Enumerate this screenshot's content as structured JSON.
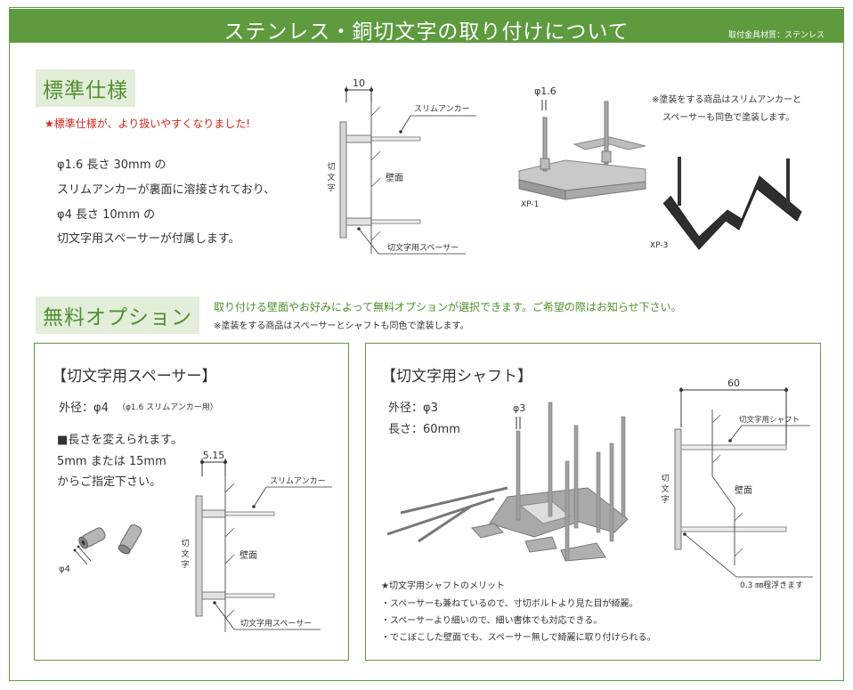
{
  "header": {
    "title": "ステンレス・銅切文字の取り付けについて",
    "material_note": "取付金具材質：ステンレス"
  },
  "standard": {
    "tag": "標準仕様",
    "notice": "★標準仕様が、より扱いやすくなりました!",
    "lines": [
      "φ1.6 長さ 30mm の",
      "スリムアンカーが裏面に溶接されており、",
      "φ4 長さ 10mm の",
      "切文字用スペーサーが付属します。"
    ],
    "diagram": {
      "dim": "10",
      "anchor_label": "スリムアンカー",
      "wall_label": "壁面",
      "letter_label": [
        "切",
        "文",
        "字"
      ],
      "spacer_label": "切文字用スペーサー"
    },
    "photo1": {
      "dim": "φ1.6",
      "caption": "XP-1"
    },
    "photo2": {
      "note_lines": [
        "※塗装をする商品はスリムアンカーと",
        "スペーサーも同色で塗装します。"
      ],
      "caption": "XP-3"
    }
  },
  "option": {
    "tag": "無料オプション",
    "desc": "取り付ける壁面やお好みによって無料オプションが選択できます。ご希望の際はお知らせ下さい。",
    "note": "※塗装をする商品はスペーサーとシャフトも同色で塗装します。"
  },
  "spacer_box": {
    "title": "【切文字用スペーサー】",
    "outer_label": "外径：φ4",
    "outer_sub": "（φ1.6 スリムアンカー用）",
    "lines": [
      "■長さを変えられます。",
      "5mm または 15mm",
      "からご指定下さい。"
    ],
    "part_dim": "φ4",
    "diagram": {
      "dim": "5.15",
      "anchor_label": "スリムアンカー",
      "wall_label": "壁面",
      "letter_label": [
        "切",
        "文",
        "字"
      ],
      "spacer_label": "切文字用スペーサー"
    }
  },
  "shaft_box": {
    "title": "【切文字用シャフト】",
    "outer_label": "外径：φ3",
    "length_label": "長さ：60mm",
    "photo_dim": "φ3",
    "merit_title": "★切文字用シャフトのメリット",
    "merits": [
      "・スペーサーも兼ねているので、寸切ボルトより見た目が綺麗。",
      "・スペーサーより細いので、細い書体でも対応できる。",
      "・でこぼこした壁面でも、スペーサー無しで綺麗に取り付けられる。"
    ],
    "diagram": {
      "dim": "60",
      "shaft_label": "切文字用シャフト",
      "wall_label": "壁面",
      "letter_label": [
        "切",
        "文",
        "字"
      ],
      "gap_label": "0.3 ㎜程浮きます"
    }
  },
  "colors": {
    "accent": "#5e9a3e",
    "tag_bg": "#e3eeda",
    "notice": "#d9261c"
  }
}
